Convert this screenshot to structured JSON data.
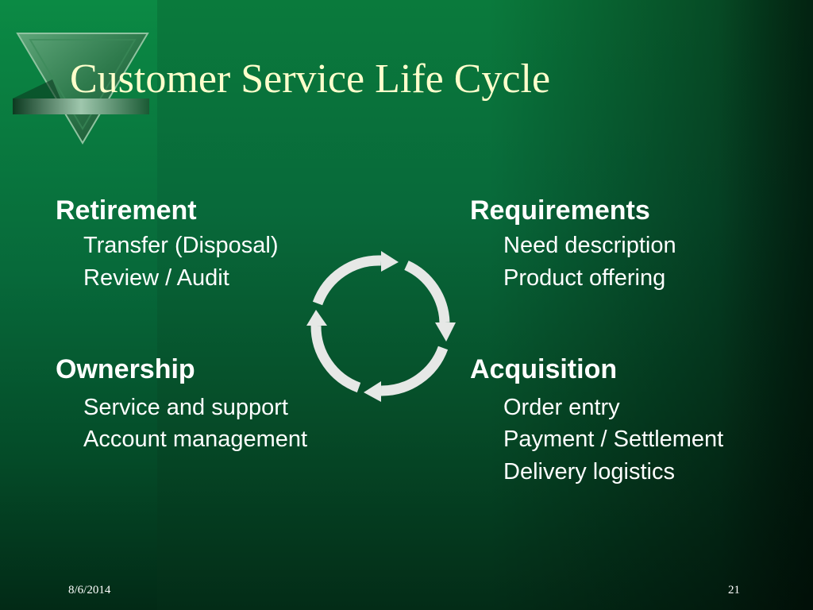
{
  "slide": {
    "title": "Customer Service Life Cycle",
    "sections": {
      "retirement": {
        "heading": "Retirement",
        "items": [
          "Transfer (Disposal)",
          "Review / Audit"
        ]
      },
      "requirements": {
        "heading": "Requirements",
        "items": [
          "Need description",
          "Product offering"
        ]
      },
      "ownership": {
        "heading": "Ownership",
        "items": [
          "Service and support",
          "Account management"
        ]
      },
      "acquisition": {
        "heading": "Acquisition",
        "items": [
          "Order entry",
          "Payment / Settlement",
          "Delivery logistics"
        ]
      }
    },
    "footer": {
      "date": "8/6/2014",
      "page_number": "21"
    }
  },
  "colors": {
    "background": "#07693a",
    "title_text": "#ffffcc",
    "body_text": "#ffffff",
    "cycle_arrows": "#e6e8e6"
  },
  "icons": {
    "logo": "green-triangle-logo",
    "diagram": "circular-cycle-arrows"
  }
}
